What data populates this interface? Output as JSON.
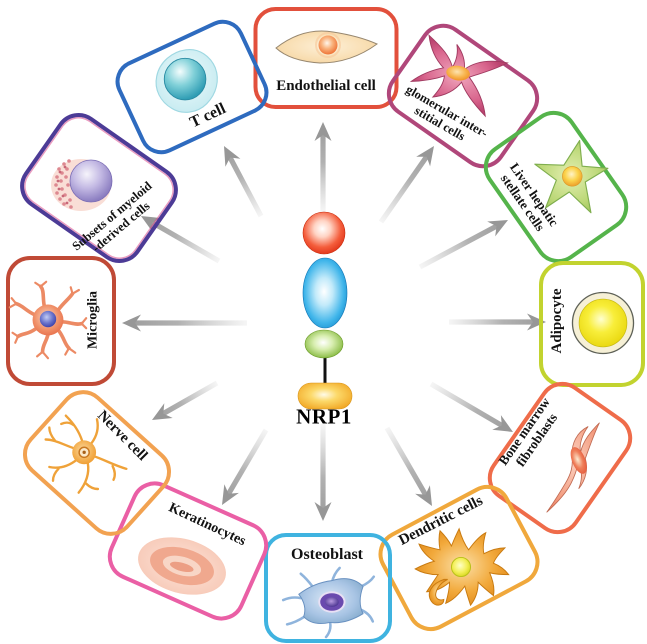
{
  "center": {
    "label": "NRP1",
    "molecule_colors": [
      "#dd2a0e",
      "#1186c8",
      "#7ab22f",
      "#f0a11c"
    ]
  },
  "arrows": {
    "count": 12,
    "color": "#9a9a9a"
  },
  "cells": [
    {
      "id": "endothelial",
      "label": "Endothelial cell",
      "border_color": "#e2503c"
    },
    {
      "id": "glomerular",
      "label": "glomerular inter-\nstitial cells",
      "border_color": "#b0477a"
    },
    {
      "id": "liver",
      "label": "Liver hepatic\nstellate cells",
      "border_color": "#55b44b"
    },
    {
      "id": "adipocyte",
      "label": "Adipocyte",
      "border_color": "#c2d32f"
    },
    {
      "id": "bone_marrow",
      "label": "Bone marrow\nfibroblasts",
      "border_color": "#ef6c4a"
    },
    {
      "id": "dendritic",
      "label": "Dendritic cells",
      "border_color": "#f0a83c"
    },
    {
      "id": "osteoblast",
      "label": "Osteoblast",
      "border_color": "#3fb3e0"
    },
    {
      "id": "keratinocytes",
      "label": "Keratinocytes",
      "border_color": "#ea5fa5"
    },
    {
      "id": "nerve",
      "label": "Nerve cell",
      "border_color": "#f2a251"
    },
    {
      "id": "microglia",
      "label": "Microglia",
      "border_color": "#c04a36"
    },
    {
      "id": "myeloid",
      "label": "Subsets of myeloid\n-derived cells",
      "border_color": "#4c3b96"
    },
    {
      "id": "t_cell",
      "label": "T cell",
      "border_color": "#2e6bbf"
    }
  ]
}
